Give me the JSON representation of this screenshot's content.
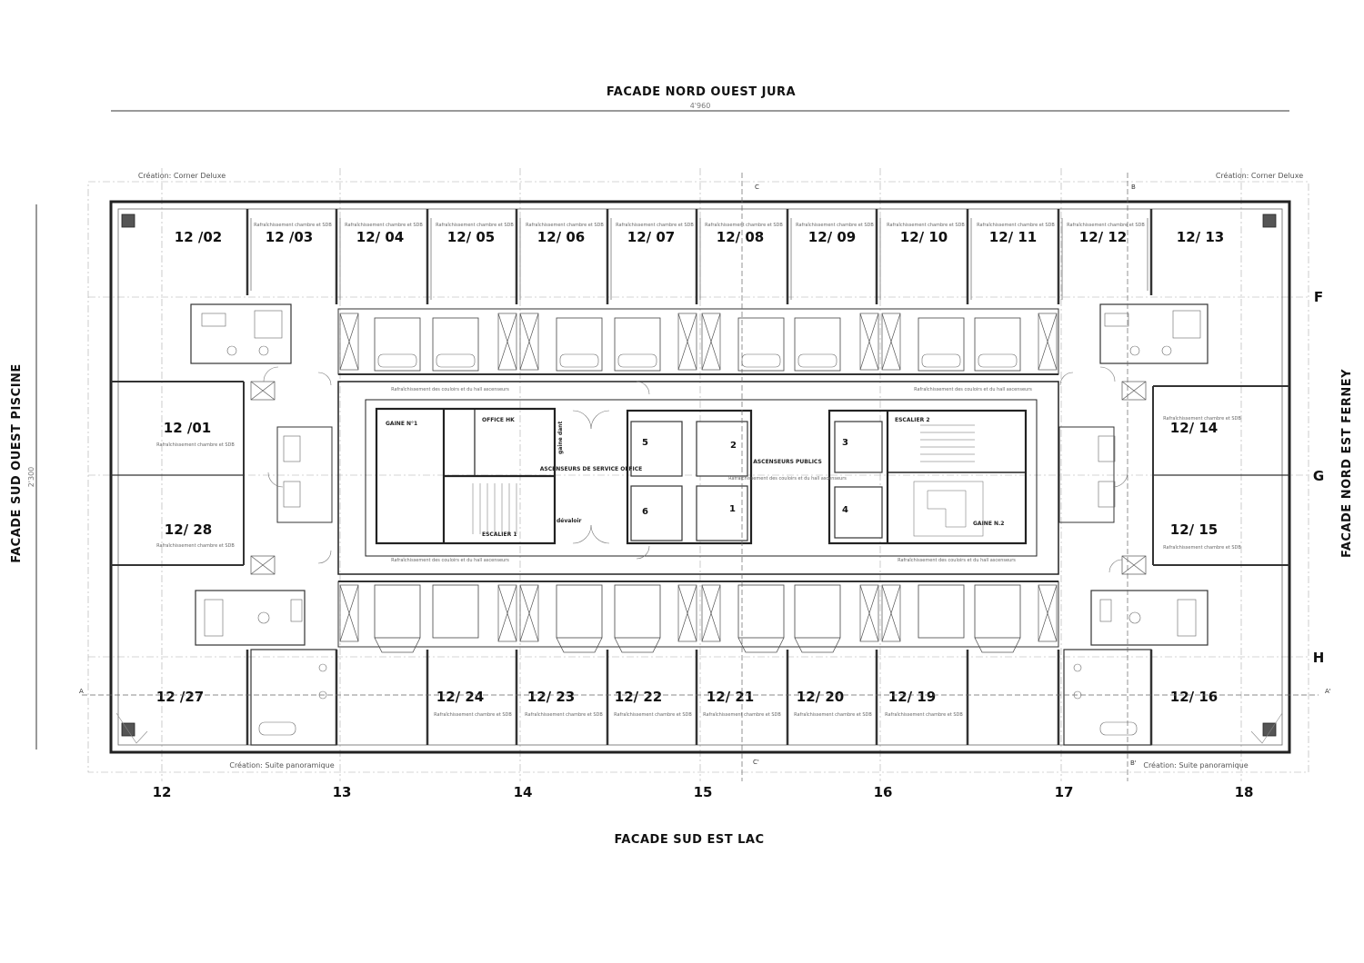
{
  "facades": {
    "north": "FACADE NORD OUEST JURA",
    "south": "FACADE SUD EST LAC",
    "west": "FACADE SUD OUEST PISCINE",
    "east": "FACADE NORD EST FERNEY"
  },
  "dimensions": {
    "width": "4'960",
    "height": "2'300"
  },
  "creations": {
    "top_left": "Création: Corner Deluxe",
    "top_right": "Création: Corner Deluxe",
    "bottom_left": "Création: Suite panoramique",
    "bottom_right": "Création: Suite panoramique"
  },
  "rooms_top": [
    "12 /02",
    "12 /03",
    "12/ 04",
    "12/ 05",
    "12/ 06",
    "12/ 07",
    "12/ 08",
    "12/  09",
    "12/ 10",
    "12/ 11",
    "12/ 12",
    "12/ 13"
  ],
  "rooms_bottom": [
    "12 /27",
    "12/ 24",
    "12/ 23",
    "12/ 22",
    "12/ 21",
    "12/ 20",
    "12/ 19",
    "12/ 16"
  ],
  "rooms_west": [
    "12 /01",
    "12/ 28"
  ],
  "rooms_east": [
    "12/ 14",
    "12/ 15"
  ],
  "axes_x": [
    "12",
    "13",
    "14",
    "15",
    "16",
    "17",
    "18"
  ],
  "axes_y": [
    "F",
    "G",
    "H"
  ],
  "section_marks": [
    "C",
    "C'",
    "B",
    "B'",
    "A",
    "A'"
  ],
  "notes": {
    "room_refresh": "Rafraîchissement chambre et SDB",
    "corridor_refresh": "Rafraîchissement des couloirs et du hall ascenseurs"
  },
  "core": {
    "gaine1": "GAINE N°1",
    "office_hk": "OFFICE HK",
    "escalier1": "ESCALIER 1",
    "lift_service": "ASCENSEURS DE SERVICE OFFICE",
    "gaine_dant": "gaine dant",
    "devaloir": "dévaloir",
    "lift_public": "ASCENSEURS PUBLICS",
    "escalier2": "ESCALIER 2",
    "gaine2": "GAINE N.2",
    "lift_numbers": [
      "5",
      "2",
      "6",
      "1",
      "3",
      "4"
    ]
  }
}
